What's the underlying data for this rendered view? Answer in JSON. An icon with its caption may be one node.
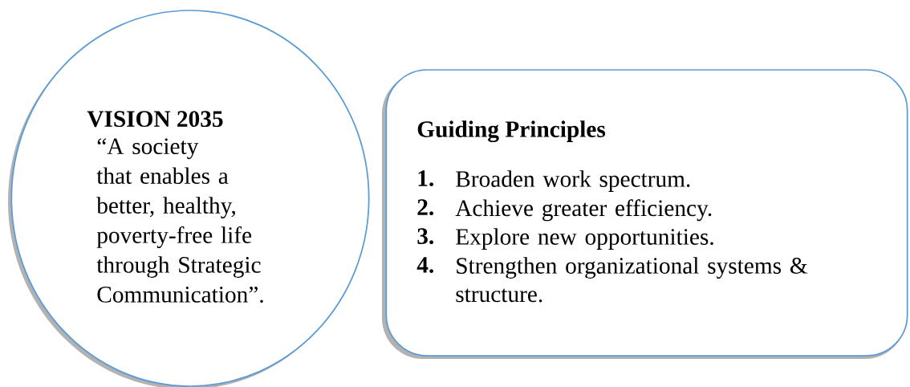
{
  "diagram": {
    "nodes": [
      {
        "text": [
          "VISION 2035",
          "“A society that enables a better, healthy, poverty-free life through Strategic Communication”."
        ]
      },
      {
        "text": [
          "Guiding Principles",
          "1.",
          "Broaden work spectrum.",
          "2.",
          "Achieve greater efficiency.",
          "3.",
          "Explore new opportunities.",
          "4.",
          "Strengthen organizational systems & structure."
        ]
      }
    ]
  }
}
